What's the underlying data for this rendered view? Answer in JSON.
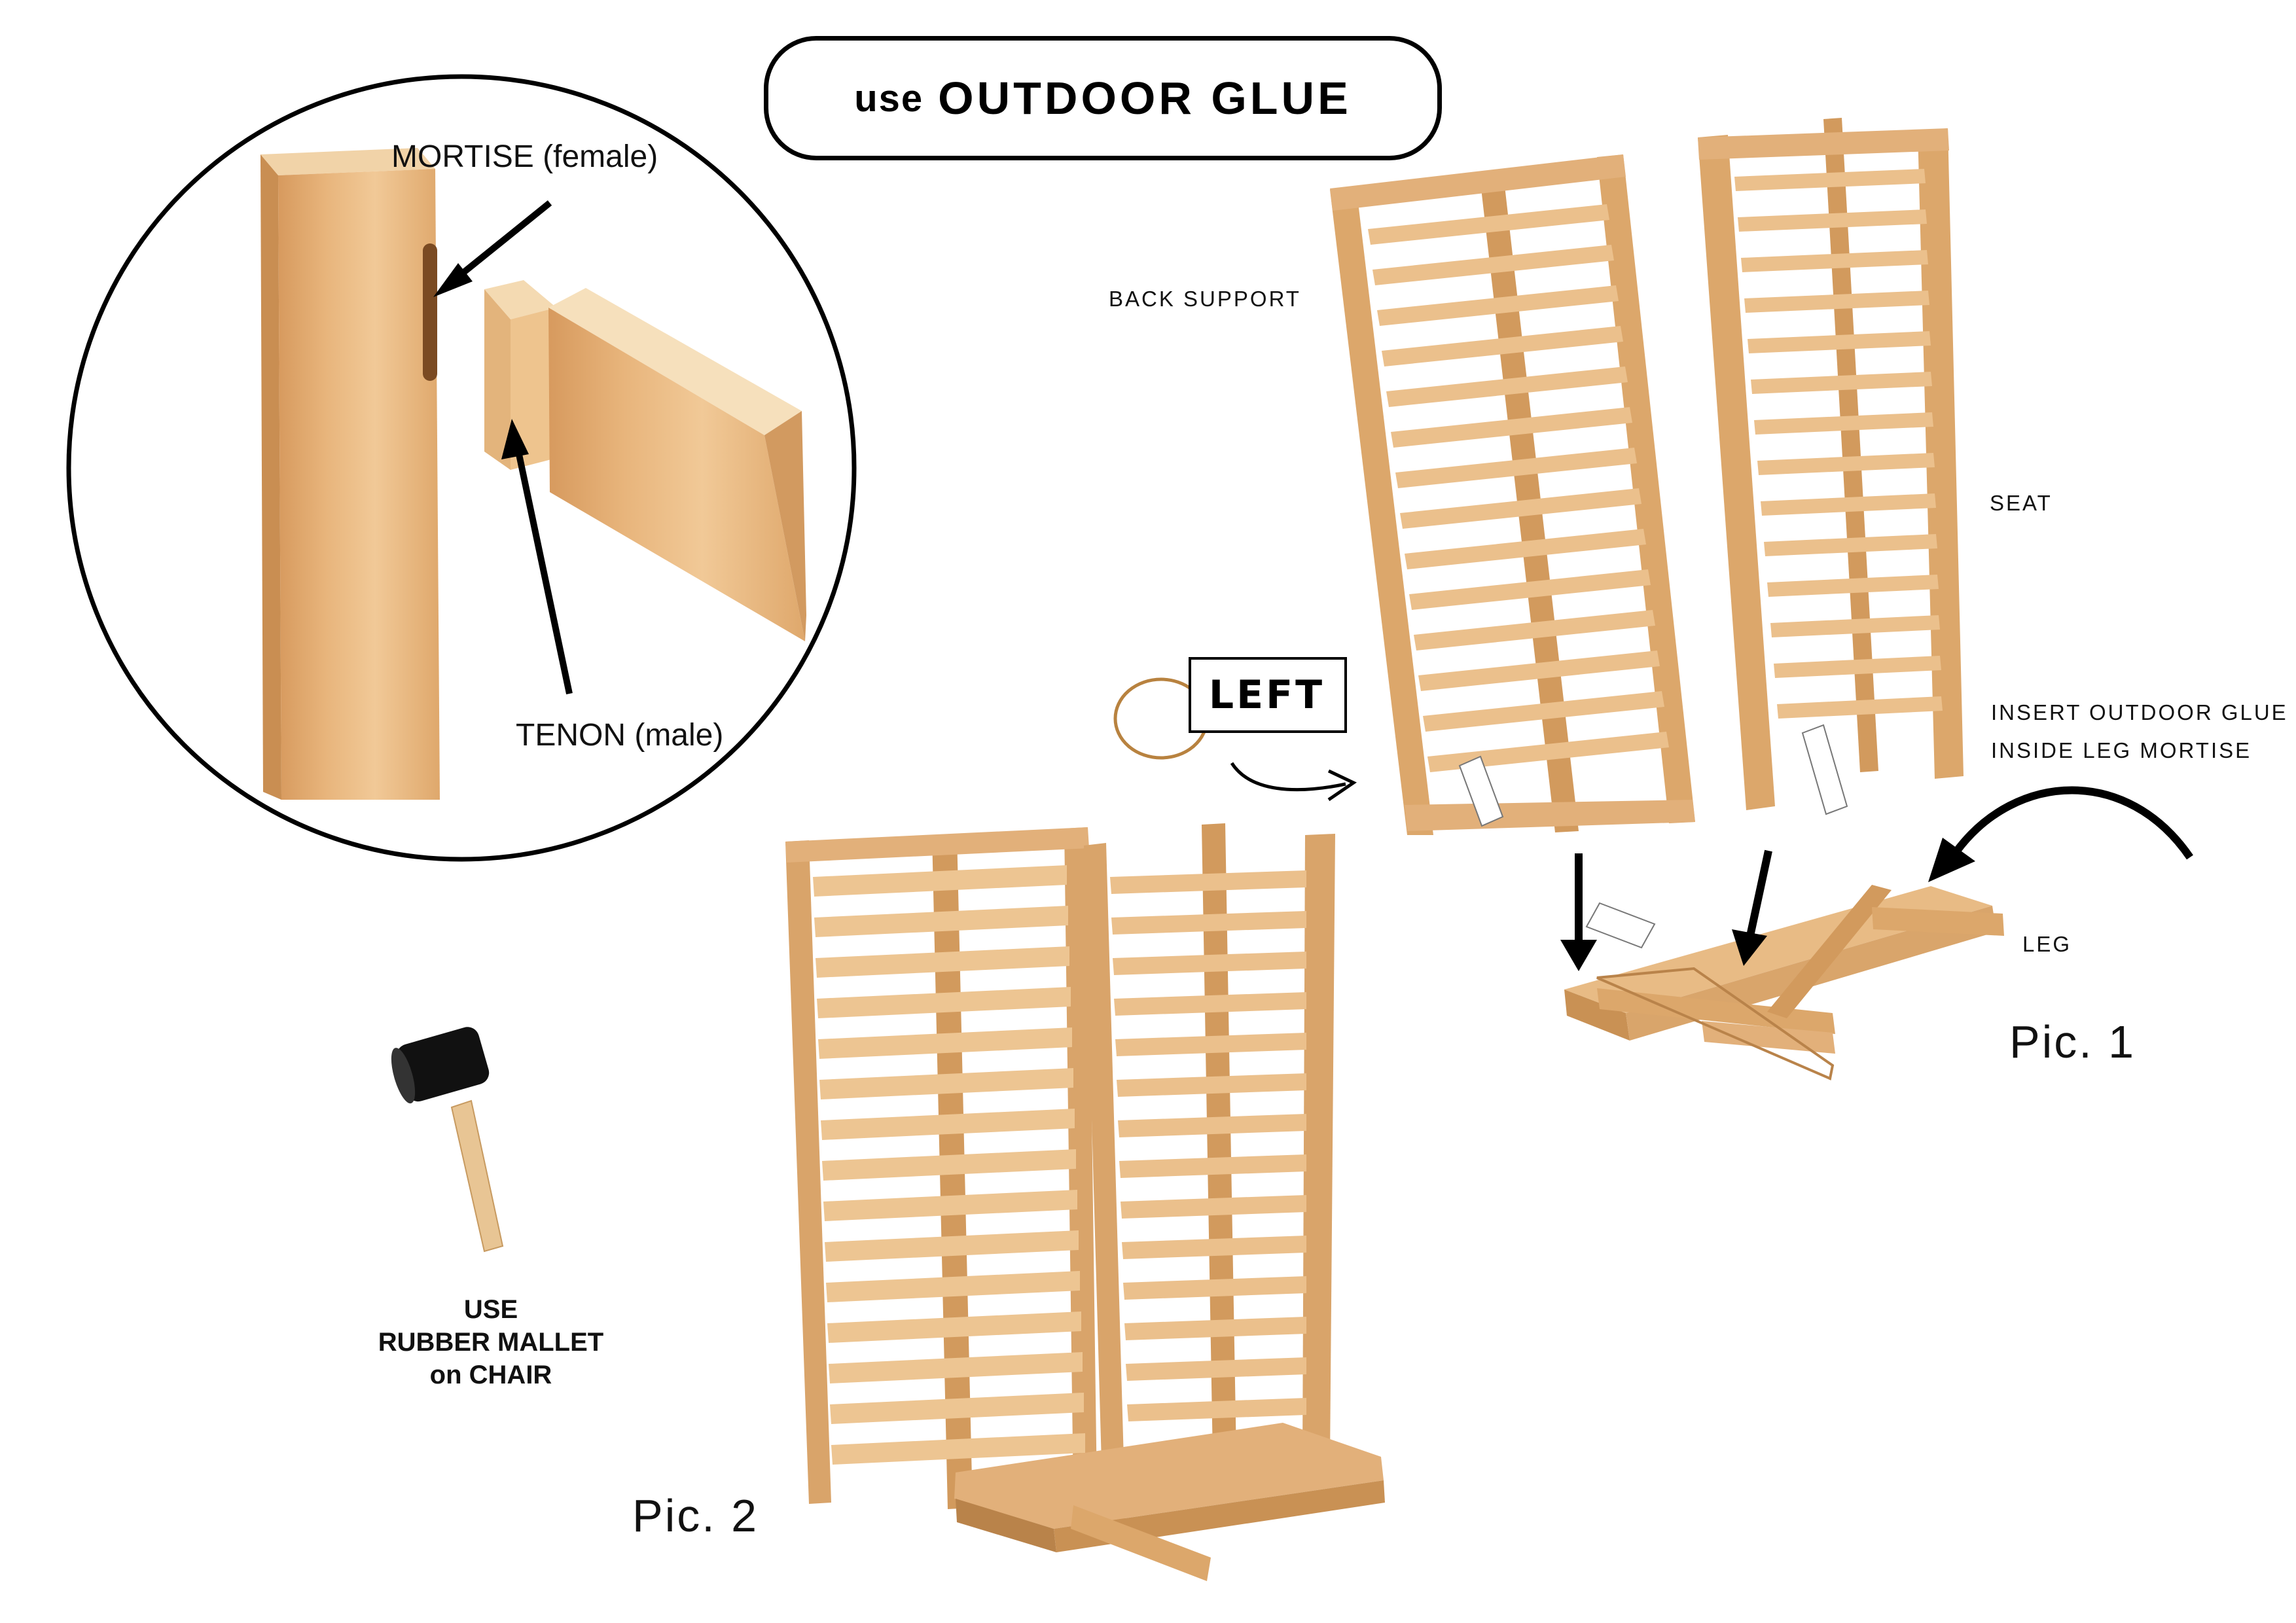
{
  "title": {
    "prefix": "use",
    "main": "OUTDOOR GLUE"
  },
  "detail": {
    "mortise_label": "MORTISE (female)",
    "tenon_label": "TENON (male)"
  },
  "pic1": {
    "back_support_label": "BACK SUPPORT",
    "seat_label": "SEAT",
    "glue_instruction_line1": "INSERT OUTDOOR GLUE",
    "glue_instruction_line2": "INSIDE LEG MORTISE",
    "leg_label": "LEG",
    "tag_label": "LEFT",
    "caption": "Pic. 1"
  },
  "pic2": {
    "caption": "Pic. 2"
  },
  "mallet": {
    "line1": "USE",
    "line2": "RUBBER MALLET",
    "line3": "on CHAIR"
  },
  "colors": {
    "wood_light": "#EBC08C",
    "wood_mid": "#D9A56B",
    "wood_dark": "#B9834A",
    "ink": "#000000",
    "tag_string": "#B8823F"
  }
}
